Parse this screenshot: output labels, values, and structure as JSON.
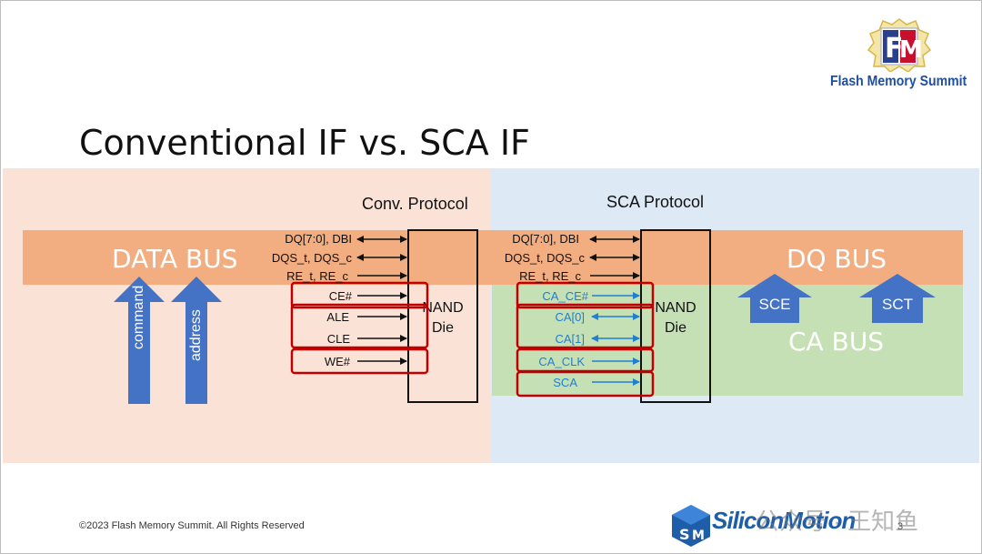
{
  "slide": {
    "title": "Conventional IF vs. SCA IF",
    "footer": "©2023 Flash Memory Summit. All Rights Reserved",
    "page_number": "3"
  },
  "logos": {
    "fms_text": "Flash Memory Summit",
    "sm_text": "SiliconMotion",
    "watermark": "公众号 · 王知鱼"
  },
  "conventional": {
    "heading": "Conv. Protocol",
    "data_bus_label": "DATA BUS",
    "arrows": [
      "command",
      "address"
    ],
    "signals_bidir": [
      "DQ[7:0], DBI",
      "DQS_t, DQS_c"
    ],
    "signals_in": [
      "RE_t, RE_c",
      "CE#",
      "ALE",
      "CLE",
      "WE#"
    ],
    "nand_label_1": "NAND",
    "nand_label_2": "Die"
  },
  "sca": {
    "heading": "SCA Protocol",
    "dq_bus_label": "DQ BUS",
    "ca_bus_label": "CA BUS",
    "arrows": [
      "SCE",
      "SCT"
    ],
    "signals_bidir": [
      "DQ[7:0], DBI",
      "DQS_t, DQS_c"
    ],
    "signals_in": [
      "RE_t, RE_c"
    ],
    "ca_signals": [
      "CA_CE#",
      "CA[0]",
      "CA[1]",
      "CA_CLK",
      "SCA"
    ],
    "nand_label_1": "NAND",
    "nand_label_2": "Die"
  },
  "colors": {
    "left_panel": "#fae3d6",
    "right_panel": "#dde9f5",
    "data_bus": "#f2ad80",
    "ca_bus": "#c5e0b4",
    "arrow_blue": "#4472c4",
    "highlight_red": "#c00000",
    "sca_signal_blue": "#1f7fd1"
  }
}
